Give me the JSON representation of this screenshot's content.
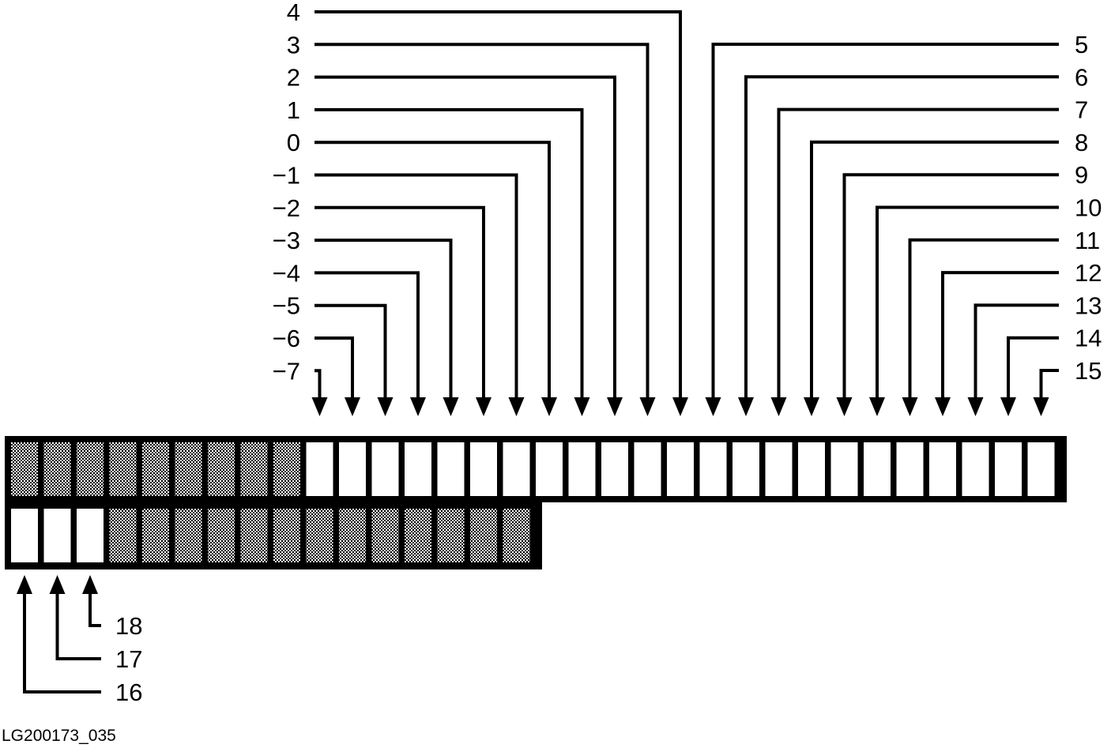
{
  "labels_top_left": [
    "4",
    "3",
    "2",
    "1",
    "0",
    "−1",
    "−2",
    "−3",
    "−4",
    "−5",
    "−6",
    "−7"
  ],
  "labels_top_right": [
    "5",
    "6",
    "7",
    "8",
    "9",
    "10",
    "11",
    "12",
    "13",
    "14",
    "15"
  ],
  "labels_bottom": [
    "18",
    "17",
    "16"
  ],
  "caption": "LG200173_035",
  "row1_cells": [
    "shaded",
    "shaded",
    "shaded",
    "shaded",
    "shaded",
    "shaded",
    "shaded",
    "shaded",
    "shaded",
    "white",
    "white",
    "white",
    "white",
    "white",
    "white",
    "white",
    "white",
    "white",
    "white",
    "white",
    "white",
    "white",
    "white",
    "white",
    "white",
    "white",
    "white",
    "white",
    "white",
    "white",
    "white",
    "white"
  ],
  "row2_cells": [
    "white",
    "white",
    "white",
    "shaded",
    "shaded",
    "shaded",
    "shaded",
    "shaded",
    "shaded",
    "shaded",
    "shaded",
    "shaded",
    "shaded",
    "shaded",
    "shaded",
    "shaded"
  ],
  "colors": {
    "line": "#000000",
    "background": "#ffffff",
    "dot": "#000000"
  }
}
